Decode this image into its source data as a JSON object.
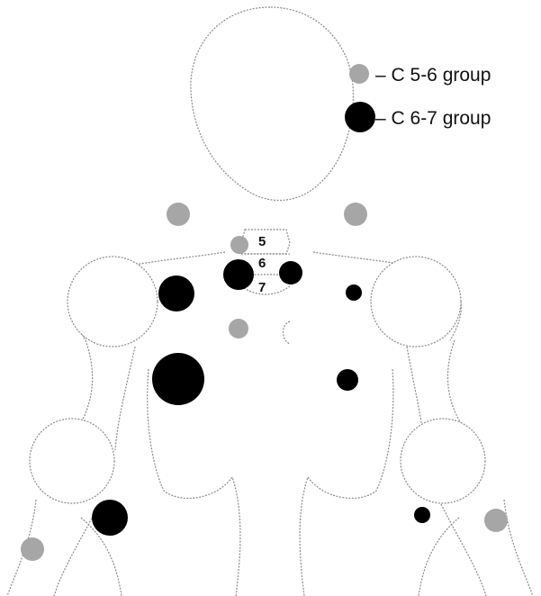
{
  "legend": {
    "items": [
      {
        "label": "– C 5-6 group",
        "color": "#a6a6a6"
      },
      {
        "label": "– C 6-7 group",
        "color": "#000000"
      }
    ]
  },
  "vertebrae": {
    "labels": [
      "5",
      "6",
      "7"
    ]
  },
  "colors": {
    "c56": "#a6a6a6",
    "c67": "#000000",
    "outline": "#8a8a8a"
  },
  "markers": [
    {
      "group": "C 5-6 group",
      "site": "left-upper-neck"
    },
    {
      "group": "C 5-6 group",
      "site": "right-upper-neck"
    },
    {
      "group": "C 5-6 group",
      "site": "left-paravertebral"
    },
    {
      "group": "C 6-7 group",
      "site": "left-paravertebral"
    },
    {
      "group": "C 6-7 group",
      "site": "right-paravertebral"
    },
    {
      "group": "C 6-7 group",
      "site": "left-shoulder"
    },
    {
      "group": "C 6-7 group",
      "site": "right-shoulder"
    },
    {
      "group": "C 5-6 group",
      "site": "left-interscapular"
    },
    {
      "group": "C 6-7 group",
      "site": "left-scapular"
    },
    {
      "group": "C 6-7 group",
      "site": "right-scapular"
    },
    {
      "group": "C 6-7 group",
      "site": "left-elbow"
    },
    {
      "group": "C 5-6 group",
      "site": "left-forearm"
    },
    {
      "group": "C 6-7 group",
      "site": "right-elbow"
    },
    {
      "group": "C 5-6 group",
      "site": "right-forearm"
    }
  ]
}
